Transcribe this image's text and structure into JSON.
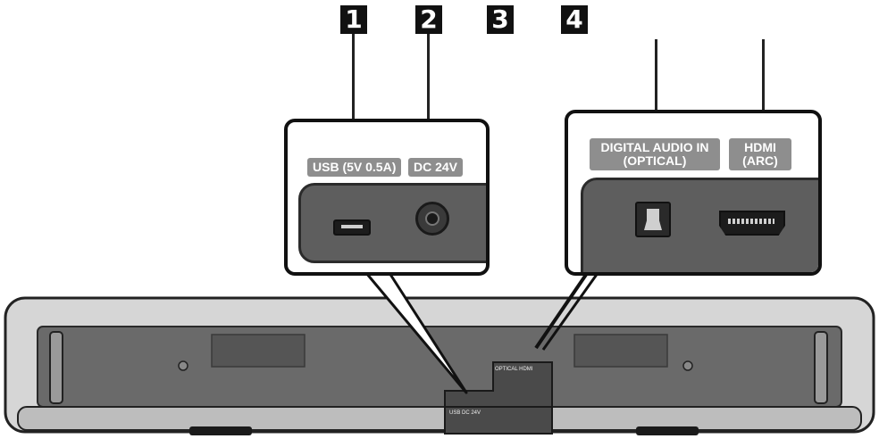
{
  "markers": [
    "1",
    "2",
    "3",
    "4"
  ],
  "callout_left": {
    "usb_label": "USB (5V 0.5A)",
    "dc_label": "DC 24V"
  },
  "callout_right": {
    "optical_label_line1": "DIGITAL AUDIO IN",
    "optical_label_line2": "(OPTICAL)",
    "hdmi_label_line1": "HDMI",
    "hdmi_label_line2": "(ARC)"
  },
  "soundbar_small_labels": {
    "bottom_ports": "USB  DC 24V",
    "upper_ports": "OPTICAL  HDMI"
  },
  "colors": {
    "bar_top": "#d8d8d8",
    "bar_body": "#6a6a6a",
    "panel": "#5e5e5e",
    "label_bg": "#8e8e8e",
    "marker_bg": "#111111"
  }
}
